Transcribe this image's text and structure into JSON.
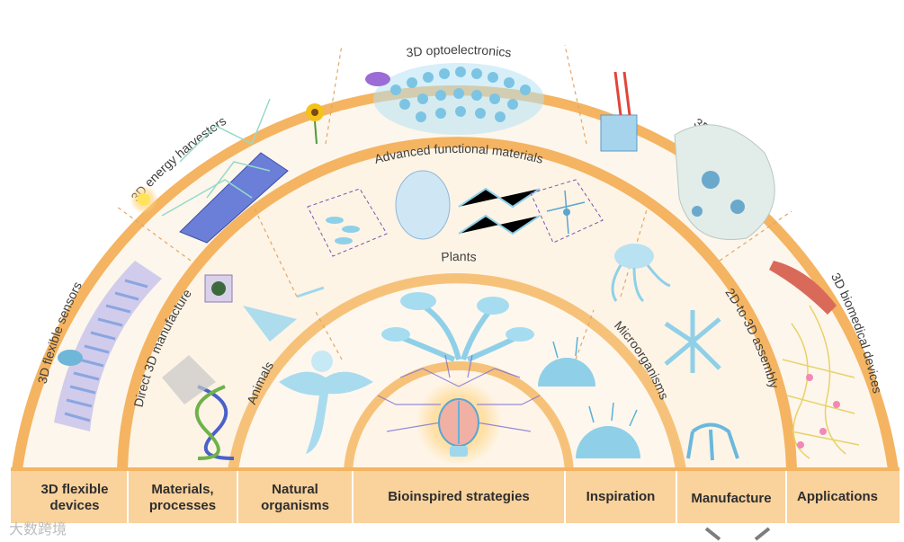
{
  "rings": {
    "outer": {
      "title": "3D optoelectronics",
      "sectors": [
        "3D flexible sensors",
        "3D energy harvesters",
        "3D soft robotics",
        "3D biomedical devices"
      ]
    },
    "second": {
      "title": "Advanced functional materials",
      "sectors": [
        "Direct 3D manufacture",
        "2D-to-3D assembly"
      ]
    },
    "third": {
      "title": "Plants",
      "sectors": [
        "Animals",
        "Microorganisms"
      ]
    }
  },
  "base_labels": {
    "flexible_devices": "3D flexible\ndevices",
    "materials_processes": "Materials,\nprocesses",
    "natural_organisms": "Natural\norganisms",
    "bioinspired": "Bioinspired strategies",
    "inspiration": "Inspiration",
    "manufacture": "Manufacture",
    "applications": "Applications"
  },
  "watermark": "大数跨境",
  "colors": {
    "orange": "#f4b461",
    "light_orange": "#f9d5a1",
    "cream": "#fdf1e2",
    "blue": "#8fd0e8",
    "dark_blue": "#4a8fc0",
    "purple": "#7a55b0"
  }
}
